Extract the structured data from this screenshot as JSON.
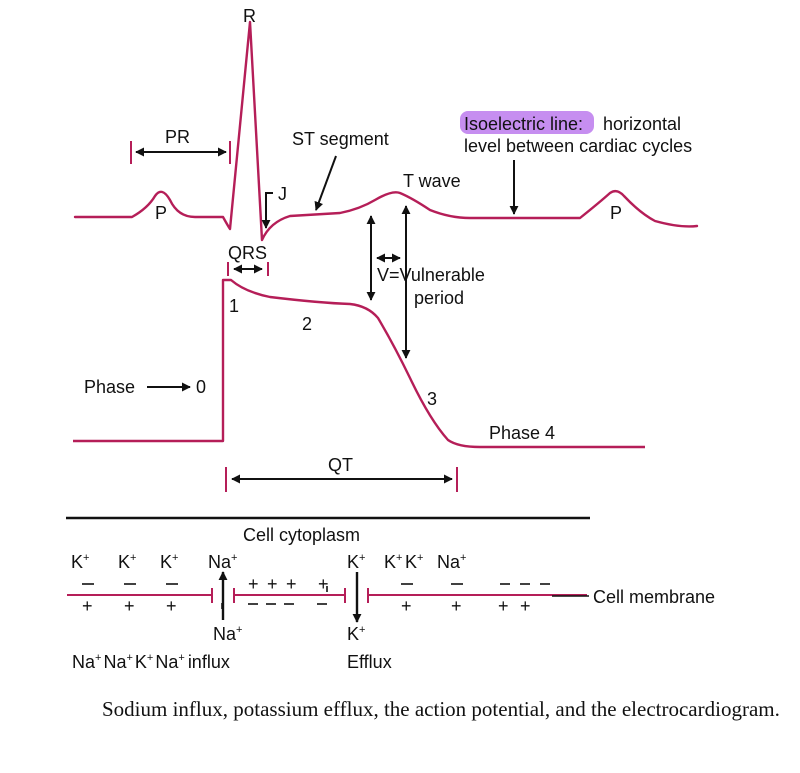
{
  "colors": {
    "trace": "#b51e58",
    "ink": "#111111",
    "highlight": "#c68ef0"
  },
  "ecg": {
    "r_label": "R",
    "pr_label": "PR",
    "st_segment_label": "ST segment",
    "j_label": "J",
    "t_wave_label": "T wave",
    "isoelectric_term": "Isoelectric line",
    "isoelectric_colon": ":",
    "isoelectric_def_line1": "horizontal",
    "isoelectric_def_line2": "level between cardiac cycles",
    "p_label_left": "P",
    "p_label_right": "P",
    "qrs_label": "QRS",
    "vulnerable_line1": "V=Vulnerable",
    "vulnerable_line2": "period"
  },
  "action_potential": {
    "phase_label": "Phase",
    "phase0": "0",
    "phase1": "1",
    "phase2": "2",
    "phase3": "3",
    "phase4": "Phase 4",
    "qt_label": "QT"
  },
  "membrane": {
    "cytoplasm_label": "Cell cytoplasm",
    "ions_top_left": [
      "K",
      "K",
      "K"
    ],
    "na_top": "Na",
    "ions_top_right": [
      "K",
      "K",
      "K",
      "Na"
    ],
    "plus_sign": "+",
    "cell_membrane_label": "Cell membrane",
    "na_bottom": "Na",
    "k_bottom": "K",
    "influx_ions": [
      "Na",
      "Na",
      "K",
      "Na"
    ],
    "influx_word": "influx",
    "efflux_word": "Efflux"
  },
  "caption": "Sodium influx, potassium efflux, the action potential, and the electrocardiogram."
}
